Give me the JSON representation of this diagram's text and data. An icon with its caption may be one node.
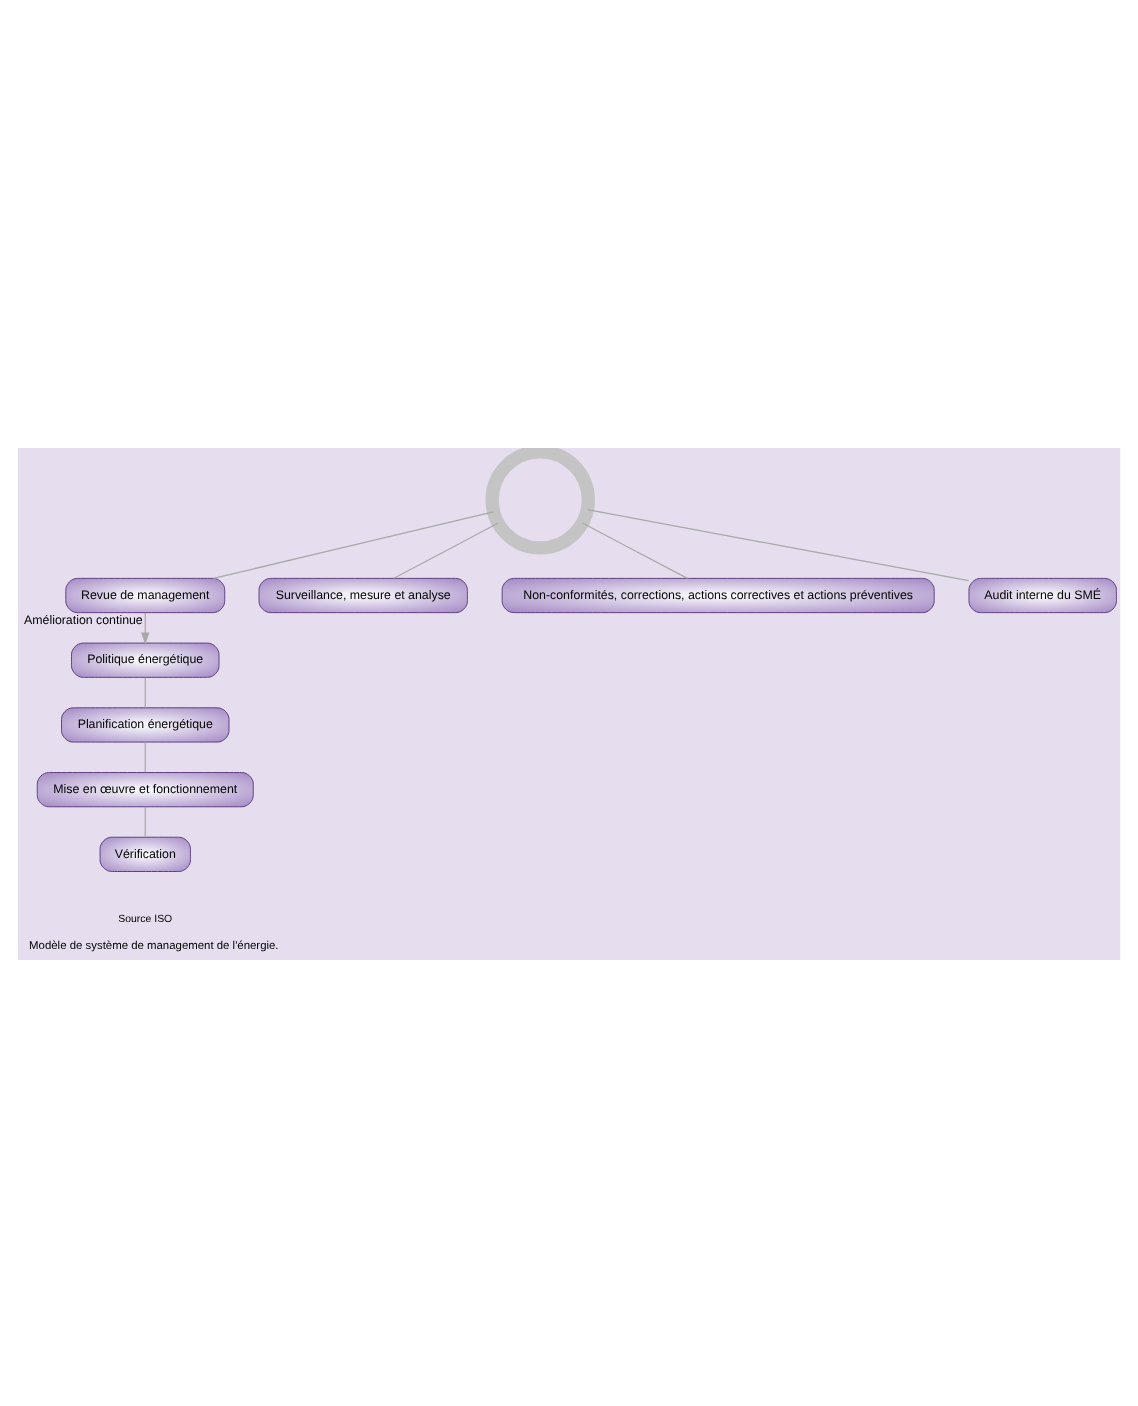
{
  "diagram": {
    "caption": "Modèle de système de management de l'énergie.",
    "nodes": [
      {
        "text": [
          "Politique énergétique"
        ]
      },
      {
        "text": [
          "Revue de management"
        ]
      },
      {
        "text": [
          "Planification énergétique"
        ]
      },
      {
        "text": [
          "Mise en œuvre et fonctionnement"
        ]
      },
      {
        "text": [],
        "shape": "circle"
      },
      {
        "text": [
          "Vérification"
        ]
      },
      {
        "text": [
          "Surveillance, mesure et analyse"
        ]
      },
      {
        "text": [
          "Non-conformités, corrections, actions correctives et actions préventives"
        ]
      },
      {
        "text": [
          "Audit interne du SMÉ"
        ]
      }
    ],
    "edges": [
      {
        "from": 1,
        "to": 0,
        "arrow": "to",
        "label": "Amélioration continue"
      },
      {
        "from": 0,
        "to": 2,
        "arrow": "none"
      },
      {
        "from": 2,
        "to": 3,
        "arrow": "none"
      },
      {
        "from": 3,
        "to": 5,
        "arrow": "none"
      },
      {
        "from": 4,
        "to": 1,
        "arrow": "none"
      },
      {
        "from": 4,
        "to": 6,
        "arrow": "none"
      },
      {
        "from": 4,
        "to": 7,
        "arrow": "none"
      },
      {
        "from": 4,
        "to": 8,
        "arrow": "none"
      }
    ],
    "labels": [
      "Source ISO"
    ]
  }
}
